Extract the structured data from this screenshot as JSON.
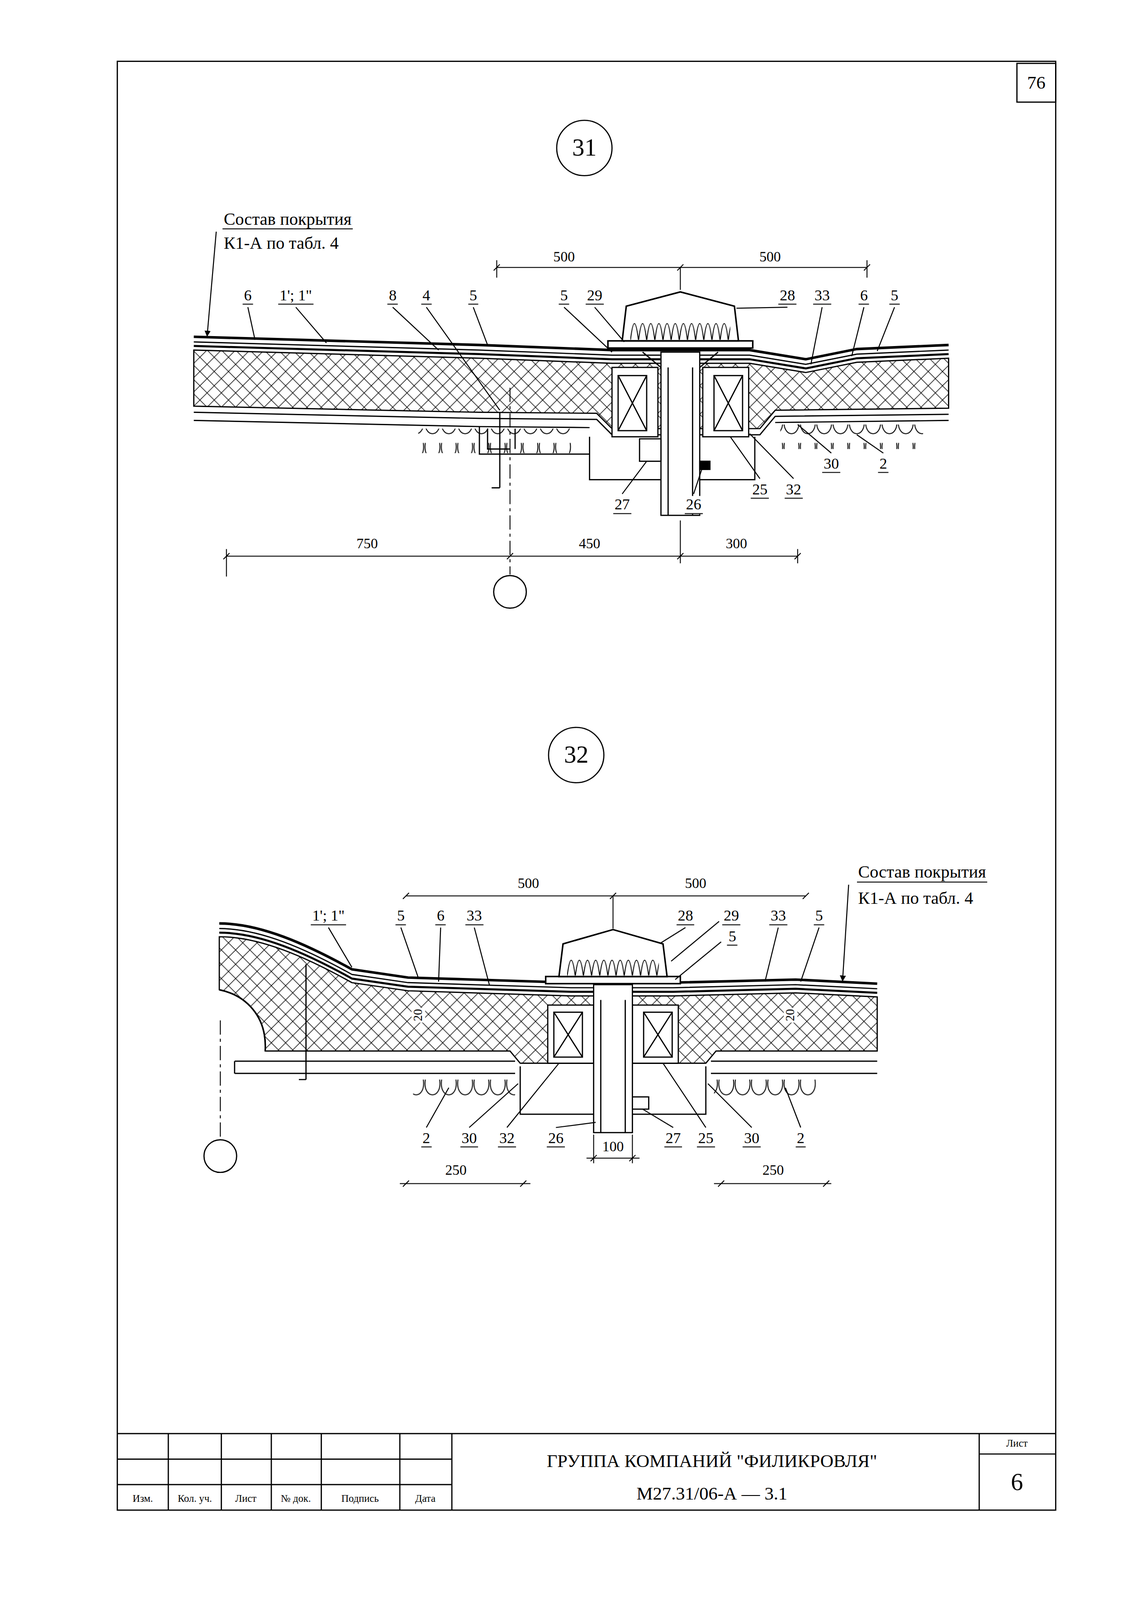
{
  "diagram": {
    "nodes": [
      {
        "text": [
          "31"
        ]
      },
      {
        "text": [
          "32"
        ]
      }
    ],
    "labels": [
      "76",
      "Состав покрытия",
      "К1-А по табл. 4",
      "500",
      "500",
      "6",
      "1'; 1\"",
      "8",
      "4",
      "5",
      "5",
      "29",
      "28",
      "33",
      "6",
      "5",
      "30",
      "2",
      "25",
      "32",
      "27",
      "26",
      "750",
      "450",
      "300",
      "Состав покрытия",
      "К1-А по табл. 4",
      "500",
      "500",
      "1'; 1\"",
      "5",
      "6",
      "33",
      "28",
      "29",
      "33",
      "5",
      "5",
      "20",
      "20",
      "2",
      "30",
      "32",
      "26",
      "27",
      "25",
      "30",
      "2",
      "100",
      "250",
      "250",
      "Изм.",
      "Кол. уч.",
      "Лист",
      "№ док.",
      "Подпись",
      "Дата",
      "ГРУППА КОМПАНИЙ \"ФИЛИКРОВЛЯ\"",
      "М27.31/06-А — 3.1",
      "Лист",
      "6"
    ]
  }
}
